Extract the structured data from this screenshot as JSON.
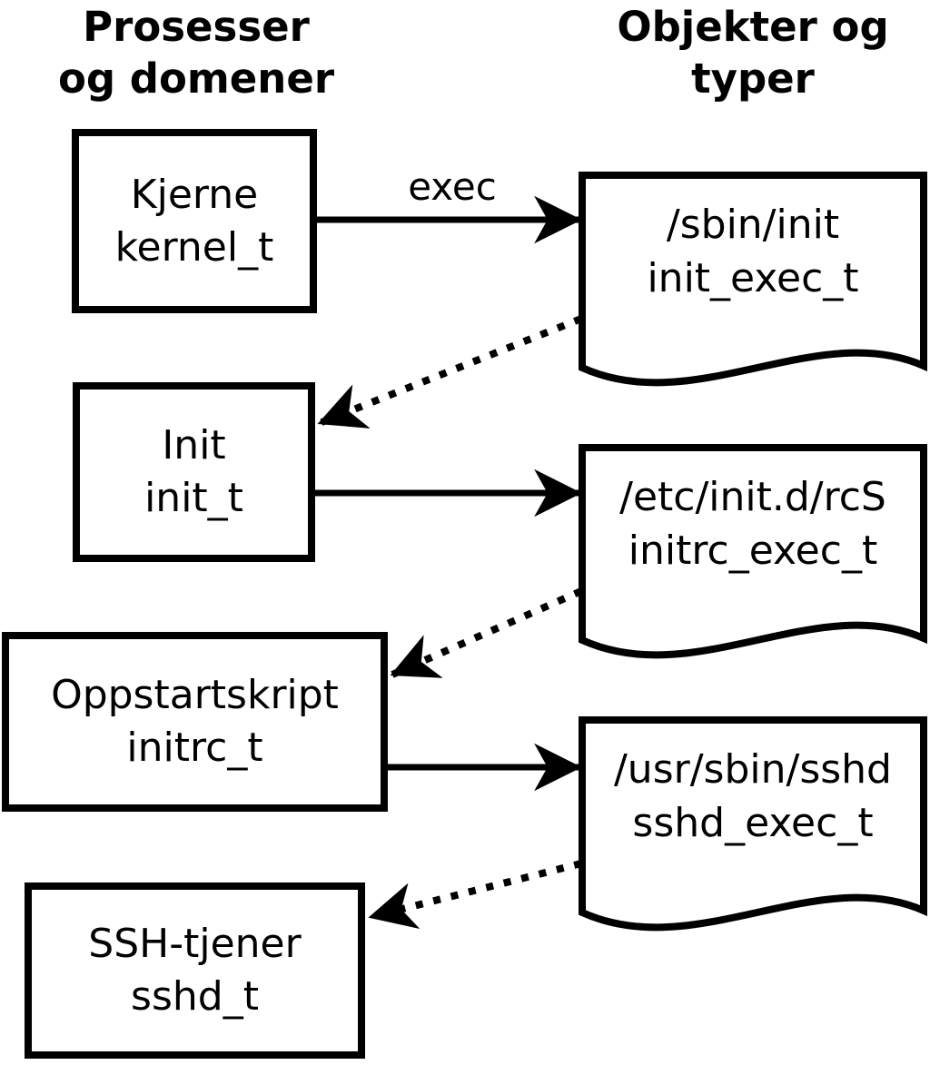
{
  "headers": {
    "left": [
      "Prosesser",
      "og domener"
    ],
    "right": [
      "Objekter og",
      "typer"
    ]
  },
  "arrow_label": "exec",
  "processes": [
    {
      "name": "Kjerne",
      "type": "kernel_t"
    },
    {
      "name": "Init",
      "type": "init_t"
    },
    {
      "name": "Oppstartskript",
      "type": "initrc_t"
    },
    {
      "name": "SSH-tjener",
      "type": "sshd_t"
    }
  ],
  "objects": [
    {
      "path": "/sbin/init",
      "type": "init_exec_t"
    },
    {
      "path": "/etc/init.d/rcS",
      "type": "initrc_exec_t"
    },
    {
      "path": "/usr/sbin/sshd",
      "type": "sshd_exec_t"
    }
  ],
  "colors": {
    "stroke": "#000000",
    "background": "#ffffff"
  }
}
